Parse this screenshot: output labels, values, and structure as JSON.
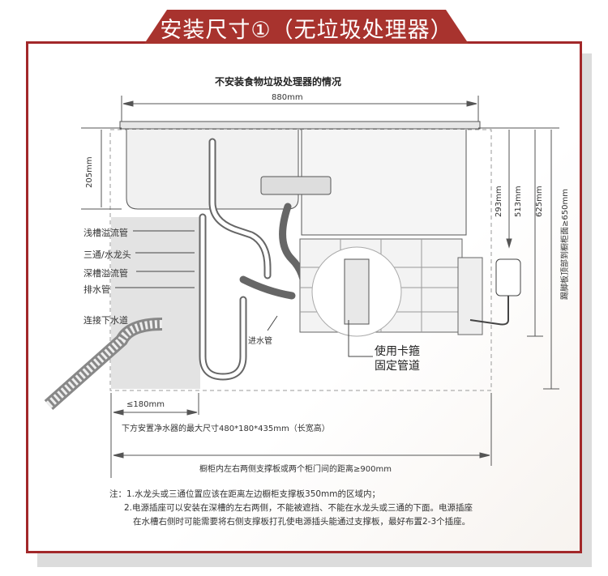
{
  "banner": {
    "title": "安装尺寸①（无垃圾处理器）"
  },
  "diagram": {
    "subtitle": "不安装食物垃圾处理器的情况",
    "dimensions": {
      "width_top": "880mm",
      "height_left": "205mm",
      "d293": "293mm",
      "d513": "513mm",
      "d625": "625mm",
      "d650": "踢脚板顶部到橱柜面≥650mm",
      "d180": "≤180mm",
      "purifier_max": "下方安置净水器的最大尺寸480*180*435mm（长宽高）",
      "cabinet_width": "橱柜内左右两侧支撑板或两个柜门间的距离≥900mm"
    },
    "labels": {
      "shallow_overflow": "浅槽溢流管",
      "tee_faucet": "三通/水龙头",
      "deep_overflow": "深槽溢流管",
      "drain": "排水管",
      "sewer": "连接下水道",
      "inlet": "进水管",
      "clamp_line1": "使用卡箍",
      "clamp_line2": "固定管道"
    }
  },
  "notes": {
    "line1": "注：1.水龙头或三通位置应该在距离左边橱柜支撑板350mm的区域内；",
    "line2": "2.电源插座可以安装在深槽的左右两侧，不能被遮挡、不能在水龙头或三通的下面。电源插座",
    "line3": "在水槽右侧时可能需要将右侧支撑板打孔使电源插头能通过支撑板，最好布置2-3个插座。"
  },
  "colors": {
    "brand_red": "#a2282a",
    "banner_red": "#a8332e",
    "shadow_grey": "#dcdcdc"
  }
}
